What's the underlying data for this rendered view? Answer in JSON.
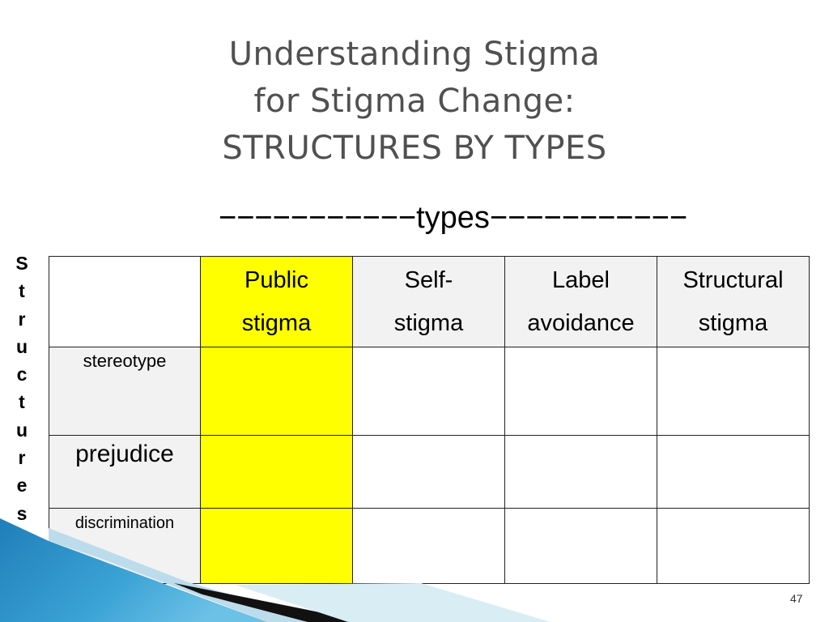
{
  "slide": {
    "title_lines": [
      "Understanding Stigma",
      "for Stigma Change:",
      "STRUCTURES BY TYPES"
    ],
    "types_label": "−−−−−−−−−−−types−−−−−−−−−−−",
    "structures_letters": [
      "S",
      "t",
      "r",
      "u",
      "c",
      "t",
      "u",
      "r",
      "e",
      "s"
    ],
    "page_number": "47"
  },
  "table": {
    "columns": [
      {
        "line1": "Public",
        "line2": "stigma",
        "highlight_color": "#ffff00"
      },
      {
        "line1": "Self-",
        "line2": "stigma"
      },
      {
        "line1": "Label",
        "line2": "avoidance"
      },
      {
        "line1": "Structural",
        "line2": "stigma"
      }
    ],
    "rows": [
      {
        "label": "stereotype"
      },
      {
        "label": "prejudice"
      },
      {
        "label": "discrimination"
      }
    ]
  },
  "colors": {
    "highlight": "#ffff00",
    "header_gray": "#f2f2f2",
    "title": "#505050",
    "accent_blue": "#2f93c9"
  }
}
